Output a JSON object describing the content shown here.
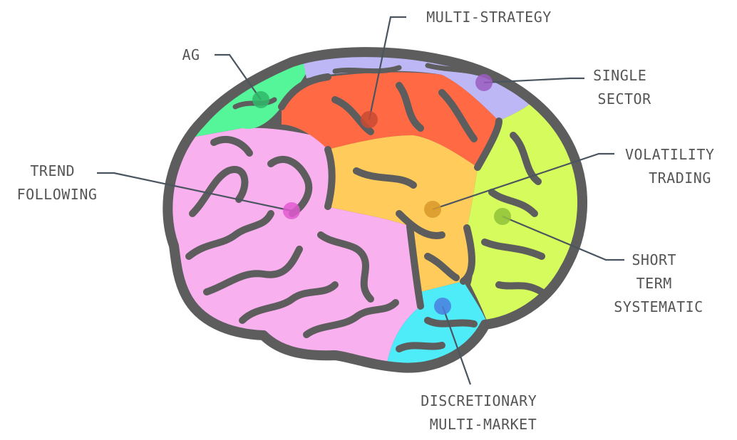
{
  "colors": {
    "outline": "#5d5d5d",
    "leader": "#4a5560",
    "text": "#555555"
  },
  "regions": [
    {
      "id": "ag",
      "label_lines": [
        "AG"
      ],
      "fill": "#55f59a",
      "dot": "#2fb86a"
    },
    {
      "id": "multi-strategy",
      "label_lines": [
        "MULTI-STRATEGY"
      ],
      "fill": "#ff6a45",
      "dot": "#c94a32"
    },
    {
      "id": "single-sector",
      "label_lines": [
        "SINGLE",
        "SECTOR"
      ],
      "fill": "#bdb8f5",
      "dot": "#9a5cc0"
    },
    {
      "id": "volatility-trading",
      "label_lines": [
        "VOLATILITY",
        "TRADING"
      ],
      "fill": "#ffcb5a",
      "dot": "#d89a2a"
    },
    {
      "id": "trend-following",
      "label_lines": [
        "TREND",
        "FOLLOWING"
      ],
      "fill": "#f9b0ef",
      "dot": "#e05ad0"
    },
    {
      "id": "short-term-systematic",
      "label_lines": [
        "SHORT",
        "TERM",
        "SYSTEMATIC"
      ],
      "fill": "#d6fb5c",
      "dot": "#8fc23a"
    },
    {
      "id": "discretionary-multi-market",
      "label_lines": [
        "DISCRETIONARY",
        "MULTI-MARKET"
      ],
      "fill": "#4eecf8",
      "dot": "#4a7fe0"
    }
  ]
}
